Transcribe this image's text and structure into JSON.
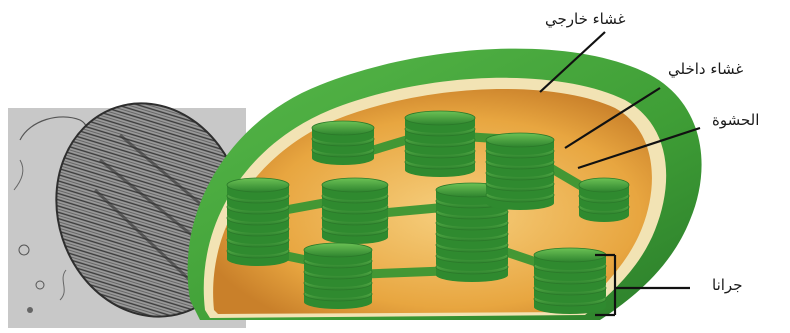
{
  "labels": {
    "outer_membrane": "غشاء خارجي",
    "inner_membrane": "غشاء داخلي",
    "stroma": "الحشوة",
    "grana": "جرانا"
  },
  "colors": {
    "outer_green": "#3f9e36",
    "inner_green": "#2f8a2f",
    "membrane_cream": "#f2e3b4",
    "stroma_orange": "#e6a23c",
    "stroma_light": "#f3c56e",
    "granum_green": "#4fae3e",
    "granum_dark": "#2b7a2a",
    "micrograph_gray": "#8a8a8a"
  }
}
